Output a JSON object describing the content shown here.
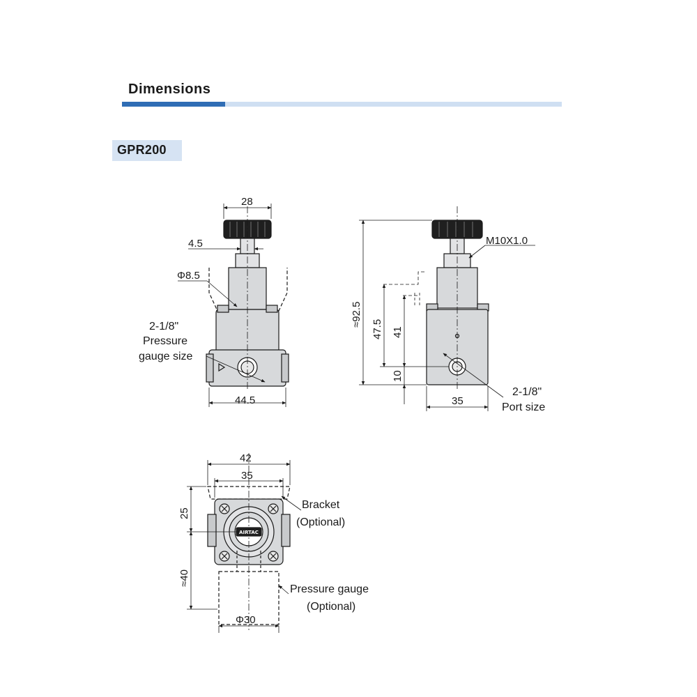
{
  "header": {
    "title": "Dimensions"
  },
  "model": {
    "name": "GPR200"
  },
  "colors": {
    "accent": "#2f6db5",
    "accent_light": "#cfdff2",
    "model_bg": "#d6e3f3",
    "body": "#d7d9db",
    "knob": "#1f1f1f"
  },
  "front_view": {
    "dim_top_width": "28",
    "dim_stem_width": "4.5",
    "dim_hole": "Φ8.5",
    "label_gauge_port_size": "2-1/8\"",
    "label_gauge_port_line1": "Pressure",
    "label_gauge_port_line2": "gauge size",
    "dim_bottom_width": "44.5"
  },
  "side_view": {
    "label_thread": "M10X1.0",
    "dim_total_height": "≈92.5",
    "dim_height_47": "47.5",
    "dim_height_41": "41",
    "dim_height_10": "10",
    "dim_width_35": "35",
    "label_port_size": "2-1/8\"",
    "label_port": "Port size"
  },
  "top_view": {
    "dim_outer_width": "42",
    "dim_inner_width": "35",
    "dim_bracket_height": "25",
    "dim_gauge_height": "≈40",
    "dim_gauge_dia": "Φ30",
    "label_bracket": "Bracket",
    "label_bracket_optional": "(Optional)",
    "label_gauge": "Pressure gauge",
    "label_gauge_optional": "(Optional)",
    "brand_mark": "AIRTAC"
  }
}
